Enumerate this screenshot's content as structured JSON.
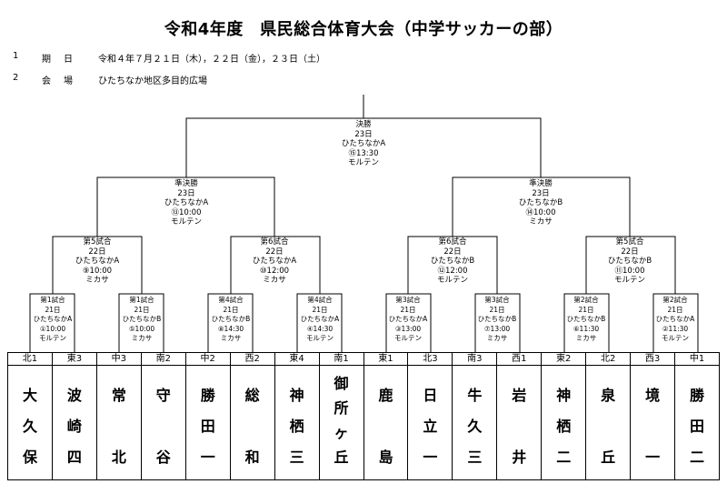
{
  "title": "令和4年度　県民総合体育大会（中学サッカーの部）",
  "info": [
    {
      "num": "1",
      "label": "期日",
      "value": "令和４年７月２１日（木），２２日（金），２３日（土）"
    },
    {
      "num": "2",
      "label": "会場",
      "value": "ひたちなか地区多目的広場"
    }
  ],
  "final": [
    "決勝",
    "23日",
    "ひたちなかA",
    "⑮13:30",
    "モルテン"
  ],
  "semis": [
    [
      "準決勝",
      "23日",
      "ひたちなかA",
      "⑬10:00",
      "モルテン"
    ],
    [
      "準決勝",
      "23日",
      "ひたちなかB",
      "⑭10:00",
      "ミカサ"
    ]
  ],
  "quarters": [
    [
      "第5試合",
      "22日",
      "ひたちなかA",
      "⑨10:00",
      "ミカサ"
    ],
    [
      "第6試合",
      "22日",
      "ひたちなかA",
      "⑩12:00",
      "ミカサ"
    ],
    [
      "第6試合",
      "22日",
      "ひたちなかB",
      "⑫12:00",
      "モルテン"
    ],
    [
      "第5試合",
      "22日",
      "ひたちなかB",
      "⑪10:00",
      "モルテン"
    ]
  ],
  "firsts": [
    [
      "第1試合",
      "21日",
      "ひたちなかA",
      "①10:00",
      "モルテン"
    ],
    [
      "第1試合",
      "21日",
      "ひたちなかB",
      "⑤10:00",
      "ミカサ"
    ],
    [
      "第4試合",
      "21日",
      "ひたちなかB",
      "⑧14:30",
      "ミカサ"
    ],
    [
      "第4試合",
      "21日",
      "ひたちなかA",
      "④14:30",
      "モルテン"
    ],
    [
      "第3試合",
      "21日",
      "ひたちなかA",
      "③13:00",
      "モルテン"
    ],
    [
      "第3試合",
      "21日",
      "ひたちなかB",
      "⑦13:00",
      "ミカサ"
    ],
    [
      "第2試合",
      "21日",
      "ひたちなかB",
      "⑥11:30",
      "ミカサ"
    ],
    [
      "第2試合",
      "21日",
      "ひたちなかA",
      "②11:30",
      "モルテン"
    ]
  ],
  "teams": [
    {
      "seed": "北1",
      "name": [
        "大",
        "久",
        "保"
      ]
    },
    {
      "seed": "東3",
      "name": [
        "波",
        "崎",
        "四"
      ]
    },
    {
      "seed": "中3",
      "name": [
        "常",
        "",
        "北"
      ]
    },
    {
      "seed": "南2",
      "name": [
        "守",
        "",
        "谷"
      ]
    },
    {
      "seed": "中2",
      "name": [
        "勝",
        "田",
        "一"
      ]
    },
    {
      "seed": "西2",
      "name": [
        "総",
        "",
        "和"
      ]
    },
    {
      "seed": "東4",
      "name": [
        "神",
        "栖",
        "三"
      ]
    },
    {
      "seed": "南1",
      "name": [
        "御",
        "所",
        "ヶ",
        "丘"
      ]
    },
    {
      "seed": "東1",
      "name": [
        "鹿",
        "",
        "島"
      ]
    },
    {
      "seed": "北3",
      "name": [
        "日",
        "立",
        "一"
      ]
    },
    {
      "seed": "南3",
      "name": [
        "牛",
        "久",
        "三"
      ]
    },
    {
      "seed": "西1",
      "name": [
        "岩",
        "",
        "井"
      ]
    },
    {
      "seed": "東2",
      "name": [
        "神",
        "栖",
        "二"
      ]
    },
    {
      "seed": "北2",
      "name": [
        "泉",
        "",
        "丘"
      ]
    },
    {
      "seed": "西3",
      "name": [
        "境",
        "",
        "一"
      ]
    },
    {
      "seed": "中1",
      "name": [
        "勝",
        "田",
        "二"
      ]
    }
  ]
}
